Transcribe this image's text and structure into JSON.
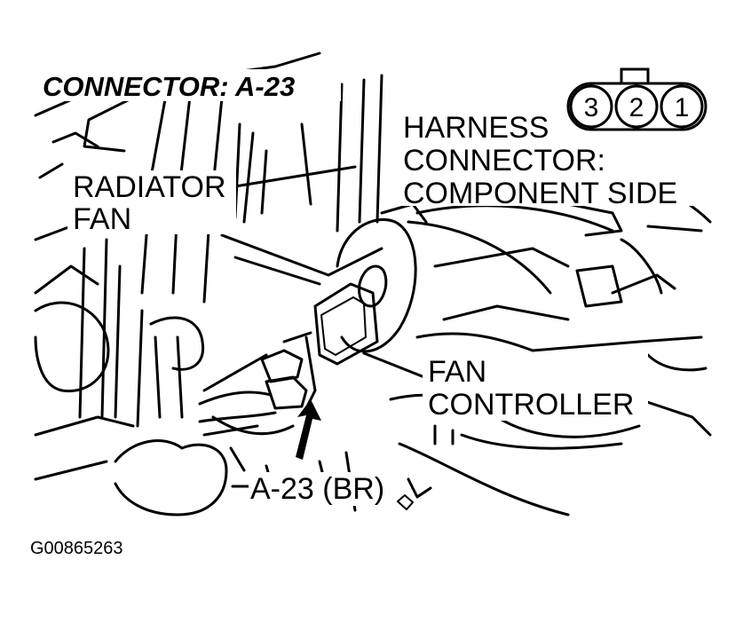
{
  "title": "CONNECTOR: A-23",
  "labels": {
    "harness_line1": "HARNESS",
    "harness_line2": "CONNECTOR:",
    "harness_line3": "COMPONENT SIDE",
    "radiator_line1": "RADIATOR",
    "radiator_line2": "FAN",
    "fan_line1": "FAN",
    "fan_line2": "CONTROLLER",
    "connector_id": "A-23 (BR)"
  },
  "connector_pins": [
    "3",
    "2",
    "1"
  ],
  "figure_id": "G00865263",
  "colors": {
    "ink": "#000000",
    "background": "#ffffff"
  }
}
